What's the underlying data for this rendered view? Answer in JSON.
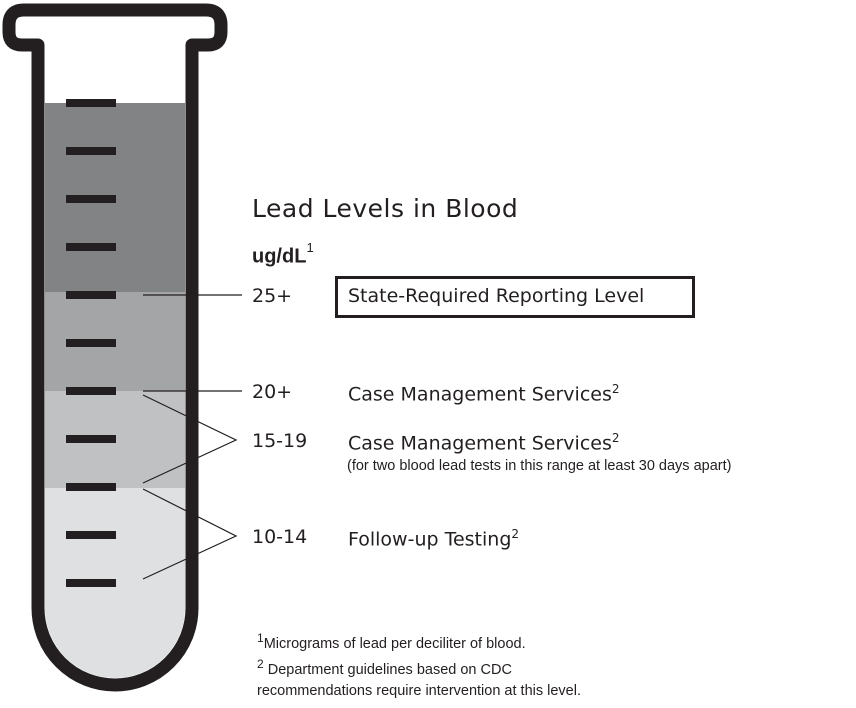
{
  "title": "Lead Levels in Blood",
  "unit": {
    "label": "ug/dL",
    "footnote_ref": "1"
  },
  "levels": [
    {
      "range": "25+",
      "description": "State-Required Reporting Level",
      "footnote_ref": "",
      "boxed": true
    },
    {
      "range": "20+",
      "description": "Case Management Services",
      "footnote_ref": "2"
    },
    {
      "range": "15-19",
      "description": "Case Management Services",
      "footnote_ref": "2",
      "note": "(for two blood lead tests in this range at least 30 days apart)"
    },
    {
      "range": "10-14",
      "description": "Follow-up Testing",
      "footnote_ref": "2"
    }
  ],
  "footnotes": [
    {
      "ref": "1",
      "text": "Micrograms of lead per deciliter of blood."
    },
    {
      "ref": "2",
      "text": " Department guidelines based on CDC"
    },
    {
      "ref": "",
      "text": "recommendations require intervention at this level."
    }
  ],
  "colors": {
    "band_25_plus": "#828385",
    "band_20_24": "#a4a5a7",
    "band_15_19": "#c0c1c3",
    "band_10_14": "#dfe0e1",
    "tube_outline": "#231f20",
    "tick": "#231f20"
  }
}
